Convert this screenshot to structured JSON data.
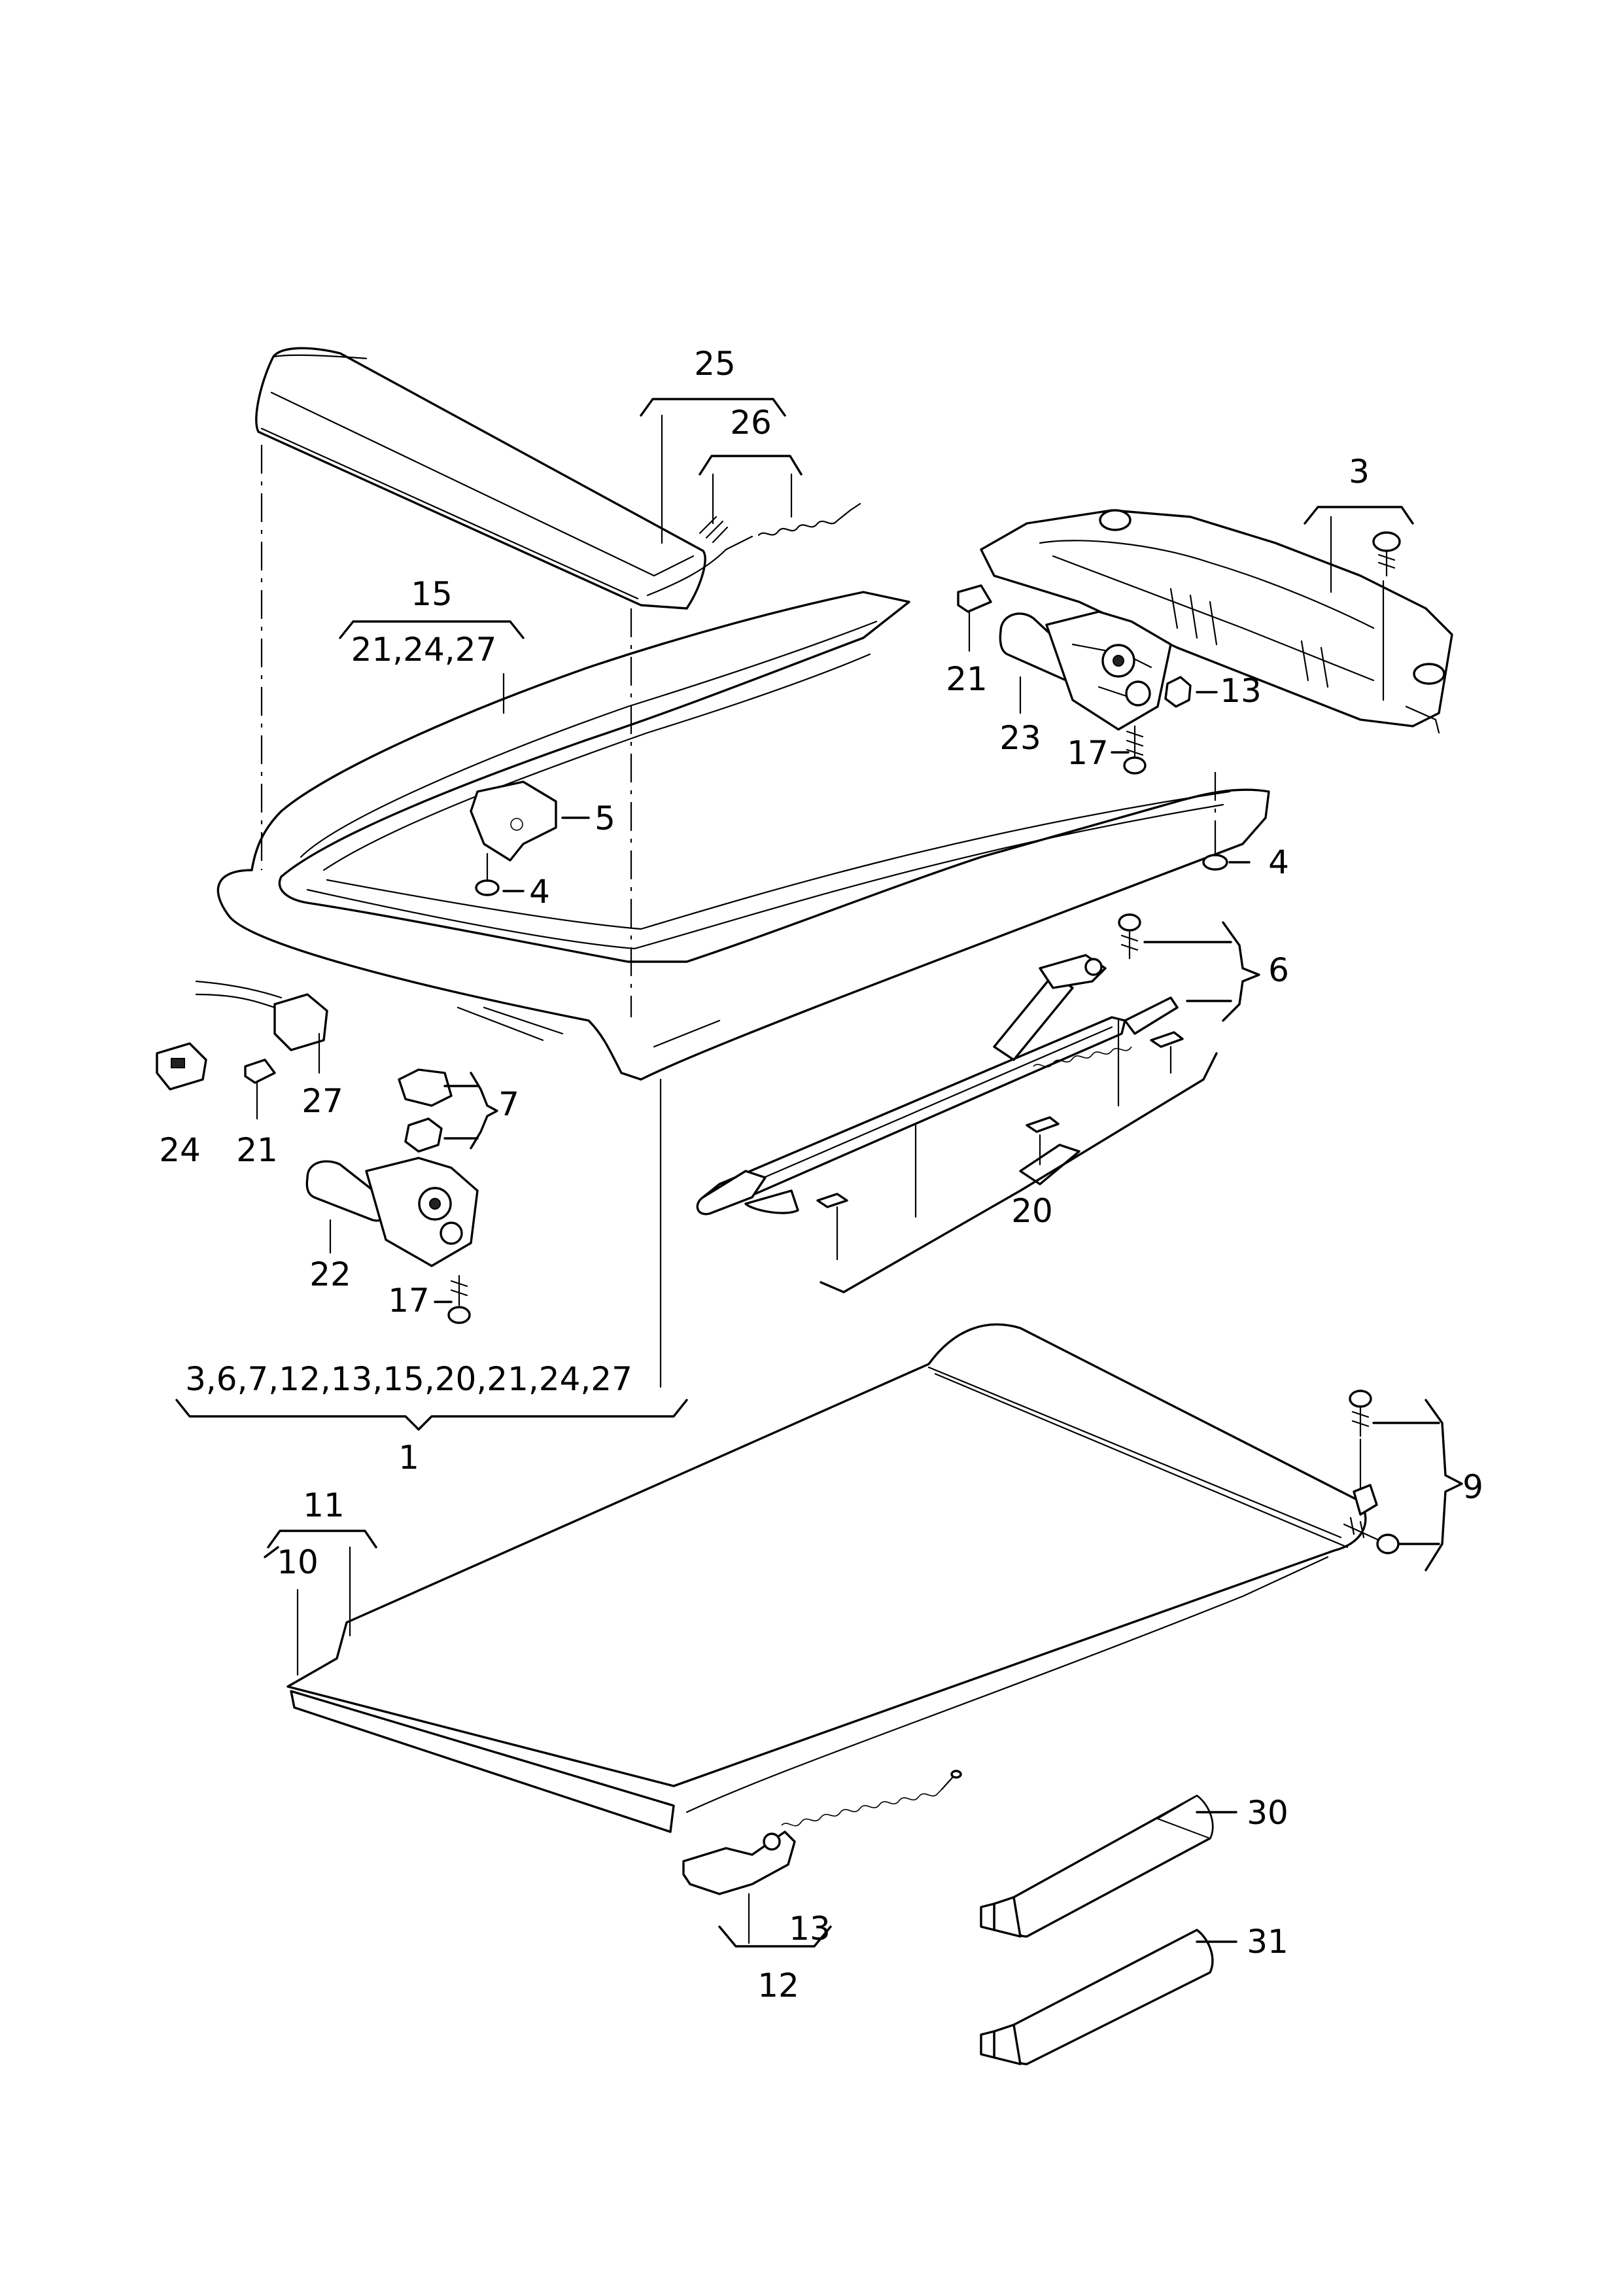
{
  "labels": {
    "c25": "25",
    "c26": "26",
    "c3": "3",
    "c15": "15",
    "c15sub": "21,24,27",
    "c21a": "21",
    "c13a": "13",
    "c23": "23",
    "c17a": "17",
    "c5": "5",
    "c4a": "4",
    "c4b": "4",
    "c6": "6",
    "c7": "7",
    "c27": "27",
    "c24": "24",
    "c21b": "21",
    "c20": "20",
    "c22": "22",
    "c17b": "17",
    "c1sub": "3,6,7,12,13,15,20,21,24,27",
    "c1": "1",
    "c9": "9",
    "c11": "11",
    "c10": "10",
    "c30": "30",
    "c31": "31",
    "c13b": "13",
    "c12": "12"
  }
}
